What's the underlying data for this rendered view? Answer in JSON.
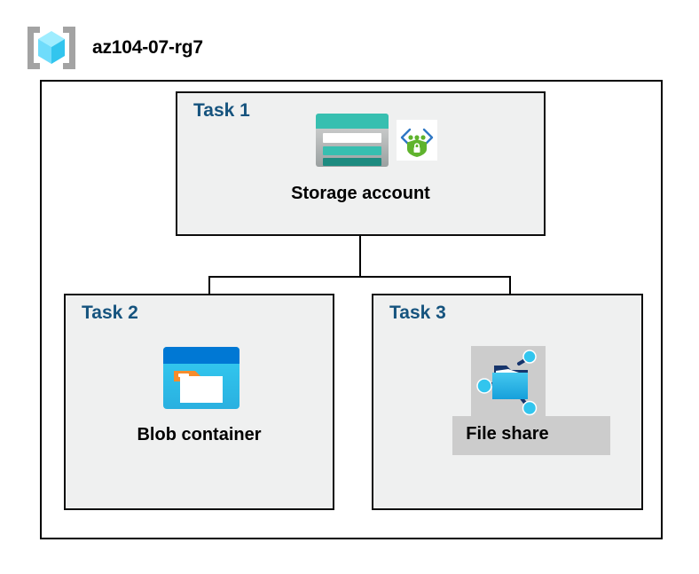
{
  "header": {
    "title": "az104-07-rg7",
    "icon": "resource-group-icon"
  },
  "diagram": {
    "type": "azure-architecture",
    "container_name": "az104-07-rg7",
    "tasks": [
      {
        "id": "task1",
        "label": "Task 1",
        "node_label": "Storage account",
        "icons": [
          "storage-account-icon",
          "secure-endpoint-icon"
        ]
      },
      {
        "id": "task2",
        "label": "Task 2",
        "node_label": "Blob container",
        "icons": [
          "blob-container-icon"
        ]
      },
      {
        "id": "task3",
        "label": "Task 3",
        "node_label": "File share",
        "icons": [
          "file-share-icon"
        ]
      }
    ],
    "connections": [
      {
        "from": "Storage account",
        "to": "Blob container"
      },
      {
        "from": "Storage account",
        "to": "File share"
      }
    ]
  },
  "colors": {
    "task_label": "#15537e",
    "node_label": "#000000",
    "box_fill": "#eff0f0",
    "box_border": "#0d0d0d",
    "canvas": "#ffffff",
    "storage_teal": "#37bfb0",
    "storage_teal_dark": "#1d8b80",
    "blob_blue": "#0078d4",
    "blob_cyan": "#32c8f0",
    "blob_orange": "#f68c2c",
    "shield_green": "#5fb32d",
    "bracket_gray": "#a3a3a3",
    "cube_cyan": "#50e6ff",
    "plate_gray": "#cccccc"
  }
}
